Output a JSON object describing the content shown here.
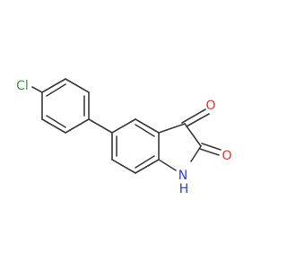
{
  "molecule": {
    "atoms": {
      "chlorine": {
        "label": "Cl",
        "color": "#3f9a3f"
      },
      "oxygen_ketone": {
        "label": "O",
        "color": "#e5302a"
      },
      "oxygen_lactam": {
        "label": "O",
        "color": "#e5302a"
      },
      "nitrogen": {
        "label": "N",
        "color": "#2b3fd6"
      },
      "hydrogen_on_n": {
        "label": "H",
        "color": "#2b3fd6"
      }
    },
    "bond_color": "#3b3b3b",
    "background": "#ffffff"
  }
}
